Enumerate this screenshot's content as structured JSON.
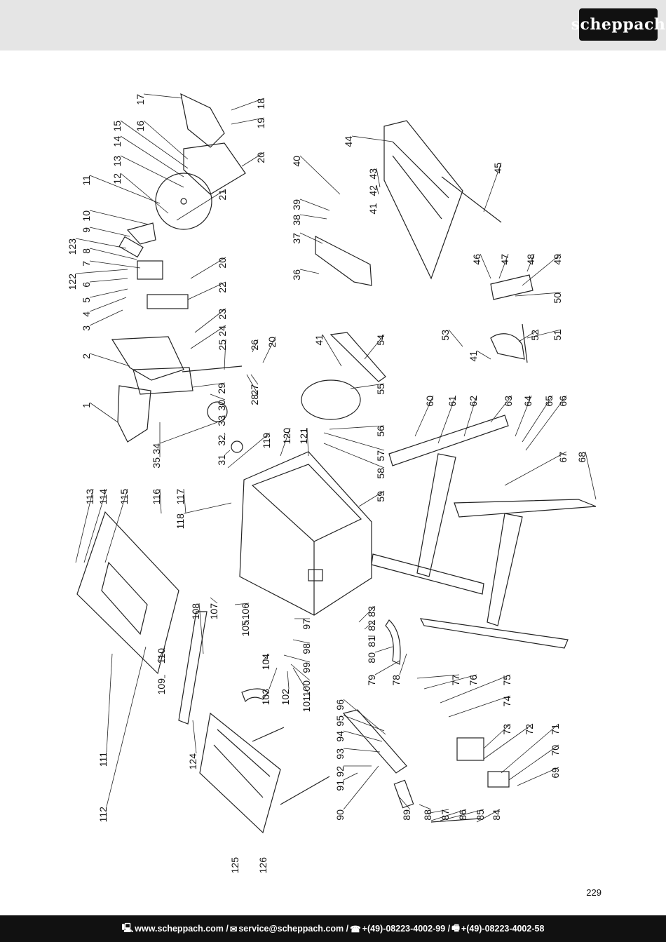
{
  "brand": {
    "name": "scheppach"
  },
  "page": {
    "number": "229"
  },
  "footer": {
    "web": "www.scheppach.com /",
    "email": "service@scheppach.com /",
    "phone": "+(49)-08223-4002-99 /",
    "fax": "+(49)-08223-4002-58"
  },
  "diagram": {
    "labels": [
      "1",
      "2",
      "3",
      "4",
      "5",
      "6",
      "7",
      "8",
      "9",
      "10",
      "11",
      "12",
      "13",
      "14",
      "15",
      "16",
      "17",
      "18",
      "19",
      "20",
      "20",
      "20",
      "21",
      "22",
      "23",
      "24",
      "25",
      "26",
      "27",
      "28",
      "29",
      "30",
      "31",
      "32",
      "33",
      "34",
      "35",
      "36",
      "37",
      "38",
      "39",
      "40",
      "41",
      "41",
      "41",
      "42",
      "43",
      "44",
      "45",
      "46",
      "47",
      "48",
      "49",
      "50",
      "51",
      "52",
      "53",
      "54",
      "55",
      "56",
      "57",
      "58",
      "59",
      "60",
      "61",
      "62",
      "63",
      "64",
      "65",
      "66",
      "67",
      "68",
      "69",
      "70",
      "71",
      "72",
      "73",
      "74",
      "75",
      "76",
      "77",
      "78",
      "79",
      "80",
      "81",
      "82",
      "83",
      "84",
      "85",
      "86",
      "87",
      "88",
      "89",
      "90",
      "91",
      "92",
      "93",
      "94",
      "95",
      "96",
      "97",
      "98",
      "99",
      "100",
      "101",
      "102",
      "103",
      "104",
      "105",
      "106",
      "107",
      "108",
      "109",
      "110",
      "111",
      "112",
      "113",
      "114",
      "115",
      "116",
      "117",
      "118",
      "119",
      "120",
      "121",
      "122",
      "123",
      "124",
      "125",
      "126"
    ]
  }
}
